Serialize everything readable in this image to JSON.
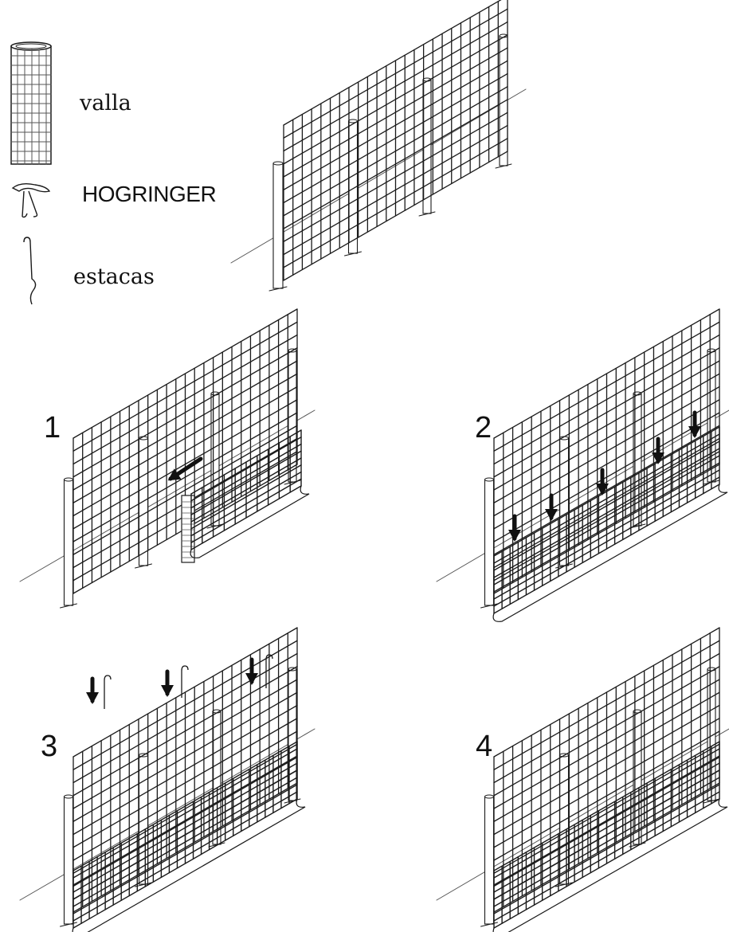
{
  "legend": {
    "fence_label": "valla",
    "hogringer_label": "HOGRINGER",
    "stakes_label": "estacas"
  },
  "steps": [
    {
      "number": "1"
    },
    {
      "number": "2"
    },
    {
      "number": "3"
    },
    {
      "number": "4"
    }
  ],
  "icons": {
    "fence_roll": "fence-roll-icon",
    "hogringer": "hogringer-pliers-icon",
    "stake": "stake-icon",
    "arrow": "arrow-icon"
  },
  "colors": {
    "line": "#1a1a1a",
    "light_line": "#555555",
    "background": "#ffffff"
  }
}
